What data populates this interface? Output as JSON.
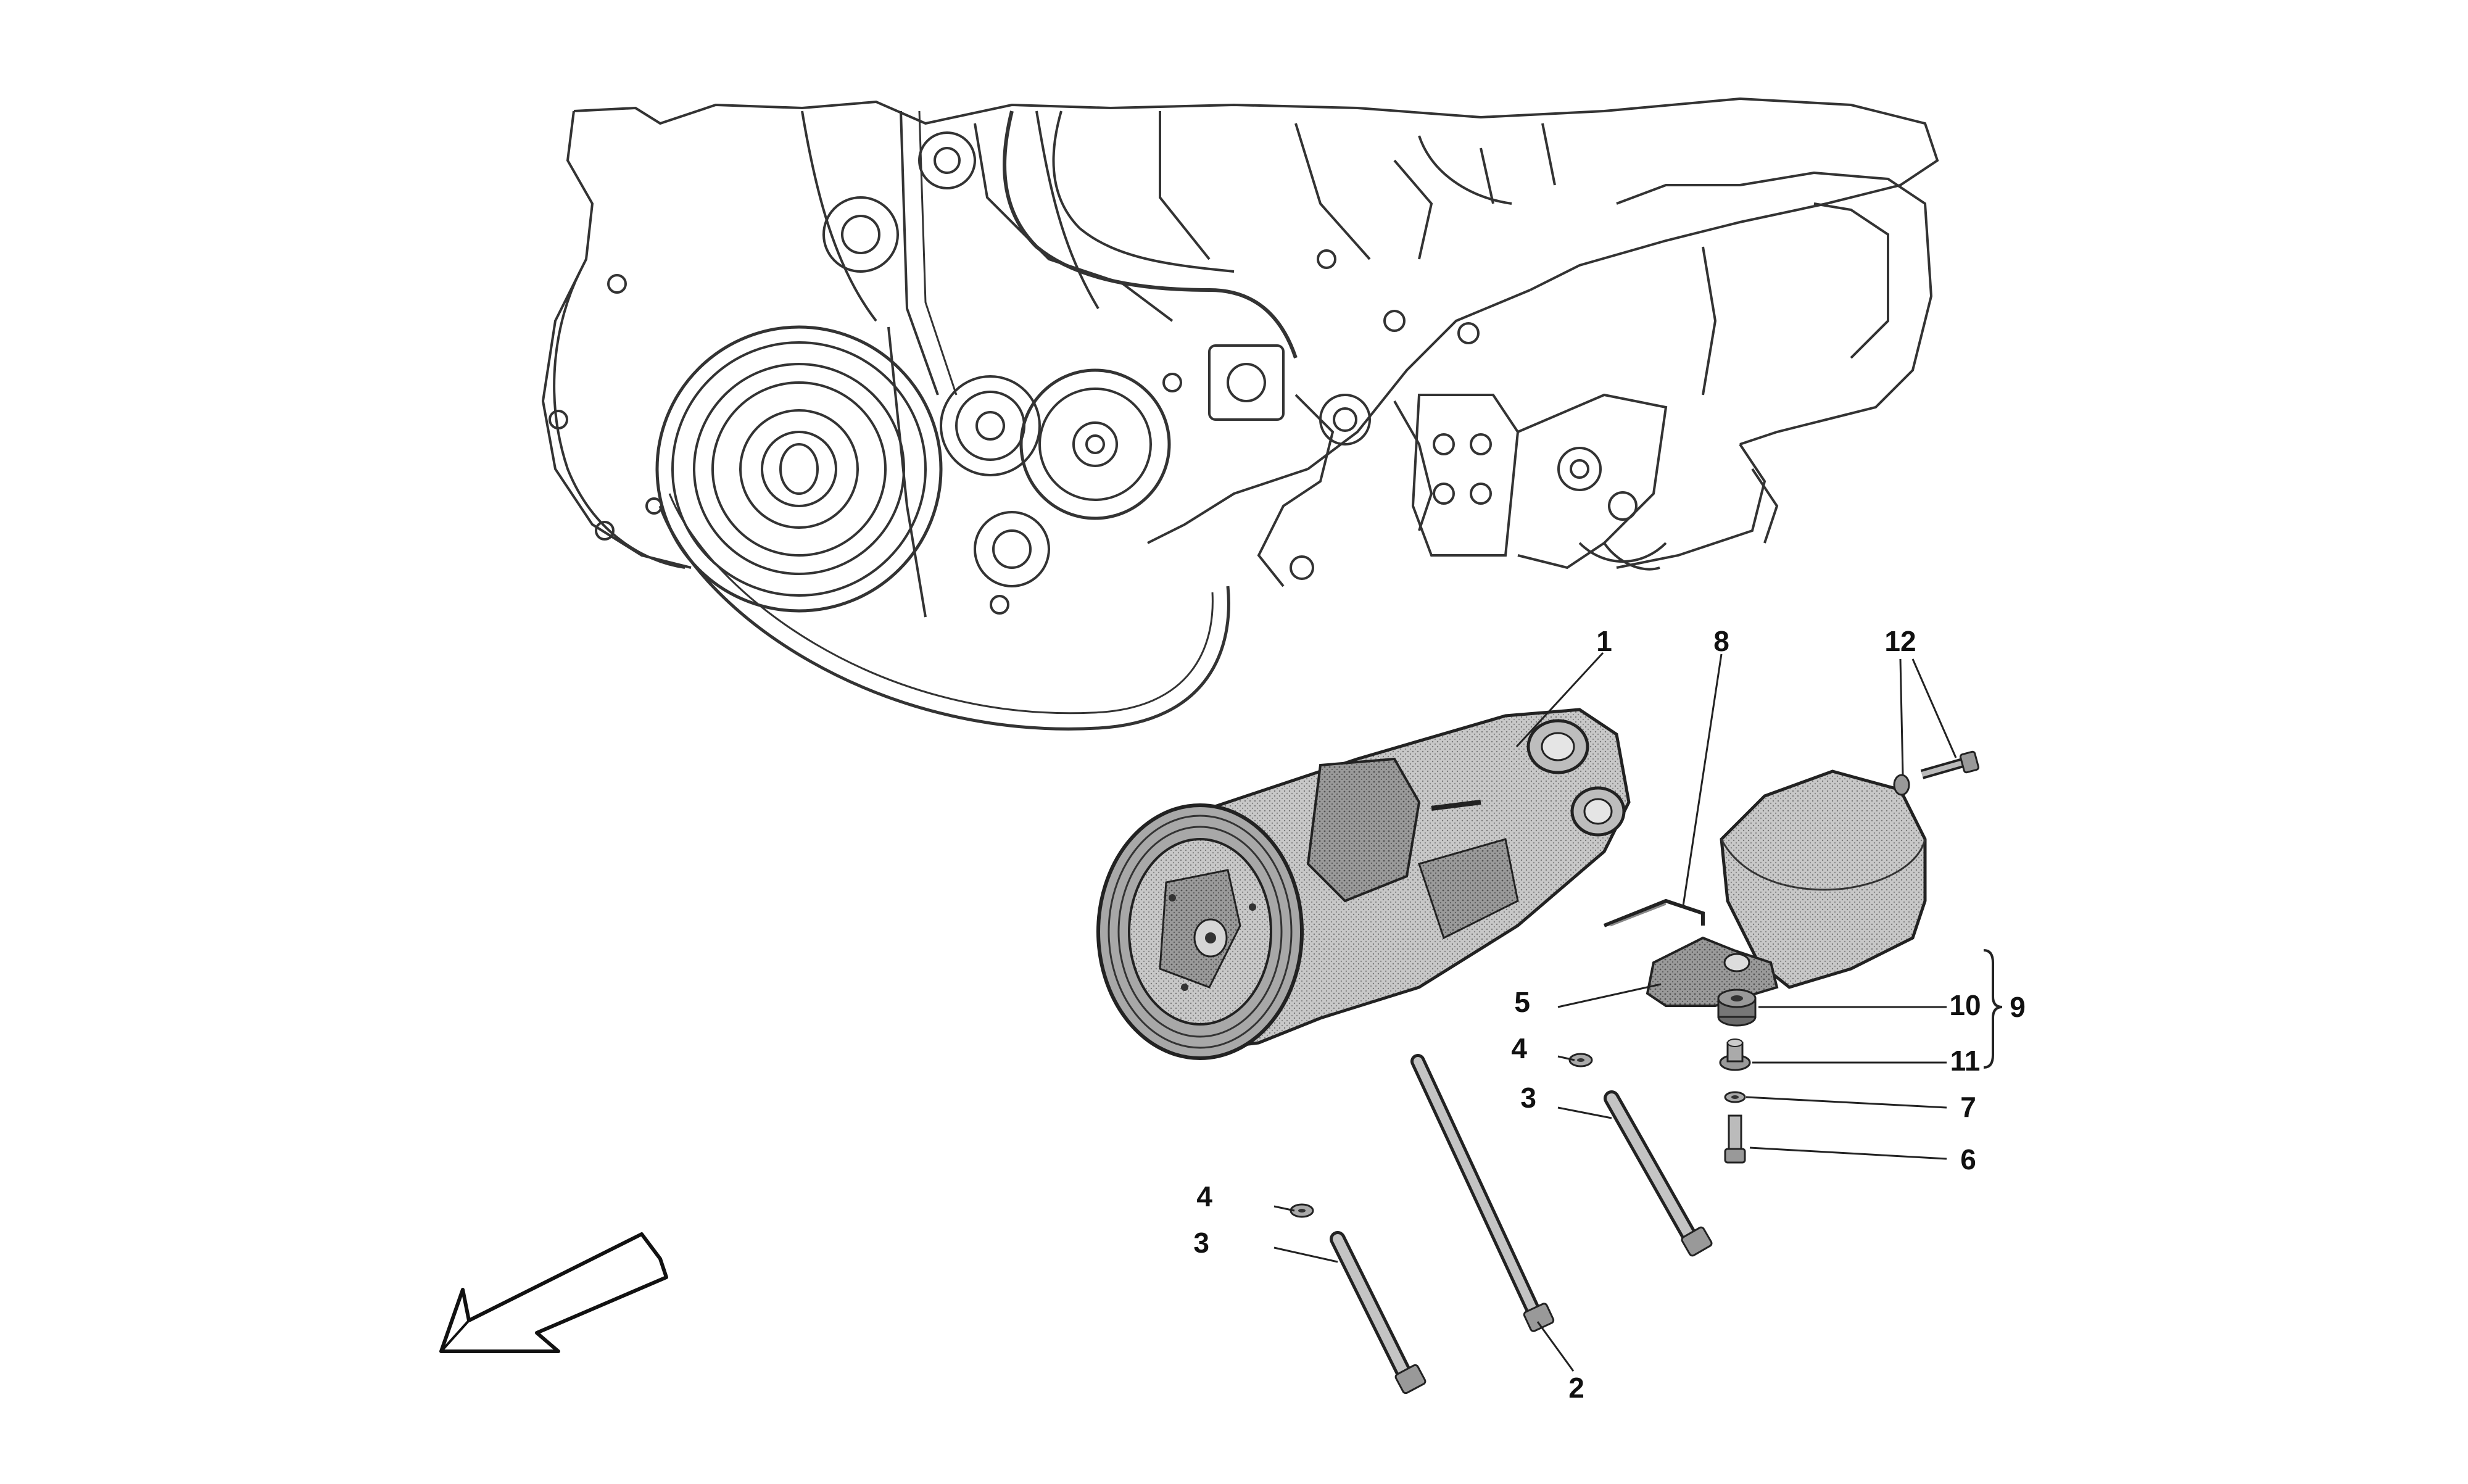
{
  "diagram": {
    "callouts": [
      {
        "id": "c1",
        "label": "1"
      },
      {
        "id": "c2",
        "label": "2"
      },
      {
        "id": "c3a",
        "label": "3"
      },
      {
        "id": "c3b",
        "label": "3"
      },
      {
        "id": "c4a",
        "label": "4"
      },
      {
        "id": "c4b",
        "label": "4"
      },
      {
        "id": "c5",
        "label": "5"
      },
      {
        "id": "c6",
        "label": "6"
      },
      {
        "id": "c7",
        "label": "7"
      },
      {
        "id": "c8",
        "label": "8"
      },
      {
        "id": "c9",
        "label": "9"
      },
      {
        "id": "c10",
        "label": "10"
      },
      {
        "id": "c11",
        "label": "11"
      },
      {
        "id": "c12",
        "label": "12"
      }
    ],
    "icons": {
      "direction_arrow": "front-direction-arrow-icon",
      "group_bracket": "group-bracket-icon"
    }
  }
}
